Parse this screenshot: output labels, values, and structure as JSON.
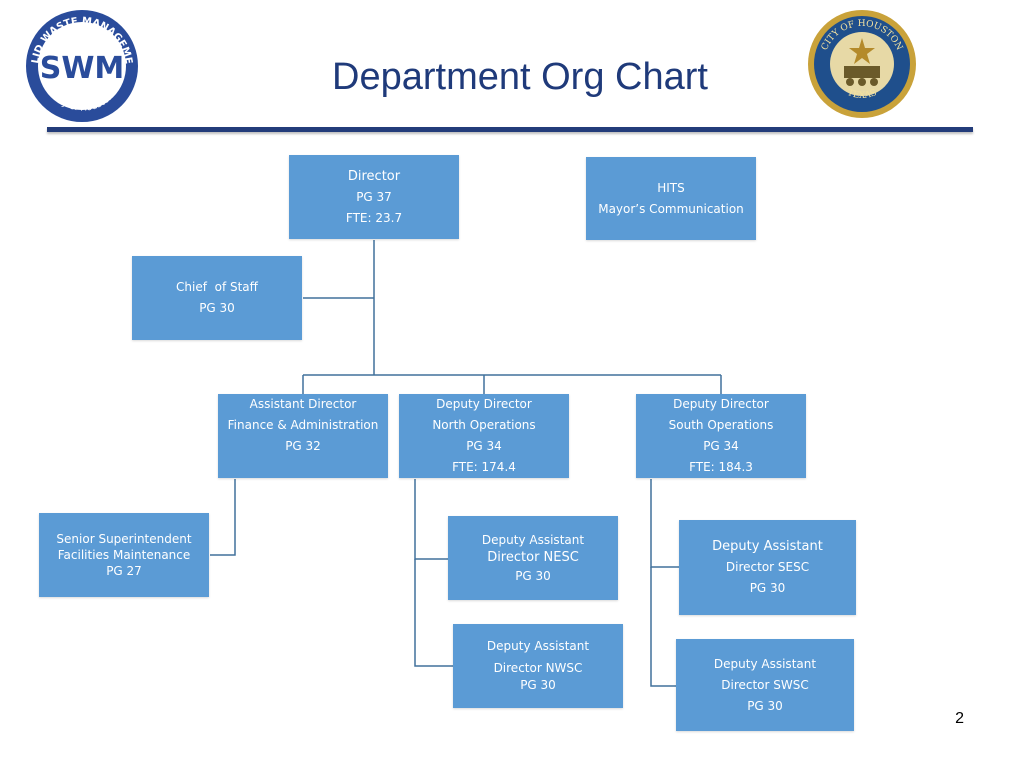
{
  "header": {
    "title": "Department Org Chart",
    "page_number": "2",
    "logo_left_text": [
      "SOLID WASTE MANAGEMENT",
      "SWM",
      "City of Houston"
    ],
    "logo_right_text": [
      "CITY OF HOUSTON",
      "TEXAS"
    ]
  },
  "colors": {
    "box": "#5b9bd5",
    "title": "#1f3a7a",
    "rule": "#233c7a",
    "connector": "#41719c"
  },
  "nodes": {
    "director": [
      "Director",
      "PG 37",
      "FTE: 23.7"
    ],
    "hits": [
      "HITS",
      "Mayor’s Communication"
    ],
    "chief_of_staff": [
      "Chief  of Staff",
      "PG 30"
    ],
    "asst_dir_finance": [
      "Assistant Director",
      "Finance & Administration",
      "PG 32"
    ],
    "dep_dir_north": [
      "Deputy Director",
      "North Operations",
      "PG 34",
      "FTE: 174.4"
    ],
    "dep_dir_south": [
      "Deputy Director",
      "South Operations",
      "PG 34",
      "FTE: 184.3"
    ],
    "senior_supt": [
      "Senior Superintendent",
      "Facilities Maintenance",
      "PG 27"
    ],
    "dad_nesc": [
      "Deputy Assistant",
      "Director NESC",
      "PG 30"
    ],
    "dad_nwsc": [
      "Deputy Assistant",
      "Director NWSC",
      "PG 30"
    ],
    "dad_sesc": [
      "Deputy Assistant",
      "Director SESC",
      "PG 30"
    ],
    "dad_swsc": [
      "Deputy Assistant",
      "Director SWSC",
      "PG 30"
    ]
  }
}
